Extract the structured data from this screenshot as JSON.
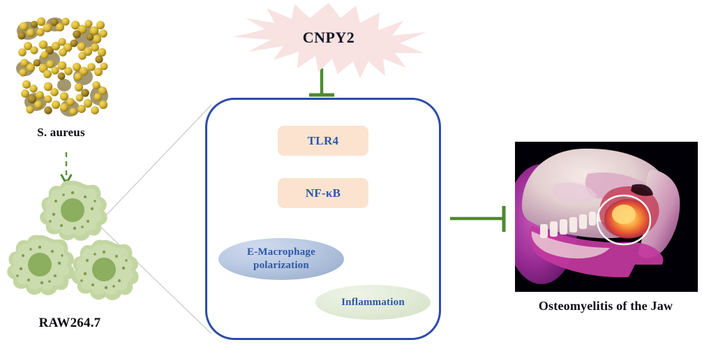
{
  "figure": {
    "type": "signaling-pathway-diagram",
    "background": "#ffffff"
  },
  "colors": {
    "burst_fill": "#F8E2E2",
    "node_box_fill": "#FBE3D0",
    "node_text": "#2E57A8",
    "container_border": "#2B4CA8",
    "arrow_green": "#4C8C34",
    "inhibitor_green": "#4E8A2E",
    "ellipse_blue": "#9FB3D1",
    "ellipse_green": "#DFE9D3",
    "guide_line_gray": "#C9C9C9",
    "caption_text": "#0b0b12"
  },
  "left_panel": {
    "bacteria": {
      "caption": "S. aureus",
      "image_name": "s-aureus-micrograph",
      "description": "Scanning micrograph of golden-yellow staphylococcal cocci clusters on white background"
    },
    "arrow_to_cells": {
      "style": "dashed",
      "direction": "down",
      "color": "#4C8C34"
    },
    "cells": {
      "caption": "RAW264.7",
      "image_name": "raw2647-macrophages",
      "count": 3,
      "description": "Three amoeboid light-green macrophages with darker green nuclei and speckled cytoplasm"
    }
  },
  "upstream": {
    "label": "CNPY2",
    "shape": "starburst",
    "inhibits": "pathway-box"
  },
  "pathway": {
    "nodes": [
      {
        "id": "tlr4",
        "label": "TLR4",
        "shape": "rounded-rect"
      },
      {
        "id": "nfkb",
        "label": "NF-κB",
        "shape": "rounded-rect"
      },
      {
        "id": "macro",
        "label": "E-Macrophage polarization",
        "line1": "E-Macrophage",
        "line2": "polarization",
        "shape": "ellipse"
      },
      {
        "id": "infl",
        "label": "Inflammation",
        "shape": "ellipse"
      }
    ],
    "edges": [
      {
        "from": "cnpy2",
        "to": "pathway-box",
        "type": "inhibition"
      },
      {
        "from": "tlr4",
        "to": "nfkb",
        "type": "activation-dashed"
      },
      {
        "from": "nfkb",
        "to": "macro",
        "type": "activation-dashed"
      },
      {
        "from": "nfkb",
        "to": "infl",
        "type": "activation-dashed"
      },
      {
        "from": "pathway-box",
        "to": "jaw",
        "type": "inhibition"
      }
    ]
  },
  "right_panel": {
    "disease": {
      "caption": "Osteomyelitis of the Jaw",
      "image_name": "osteomyelitis-jaw-illustration",
      "description": "Medical illustration of a lateral skull and mandible in magenta and purple tones on black, with a white circle marking an inflamed lesion near the mandibular body"
    }
  }
}
